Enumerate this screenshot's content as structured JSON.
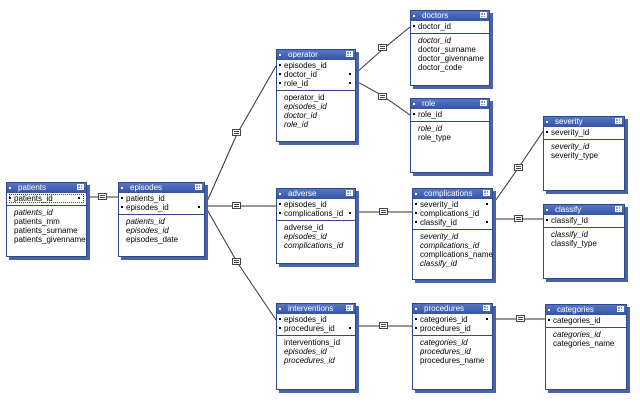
{
  "tables": {
    "patients": {
      "title": "patients",
      "keys": [
        "patients_id"
      ],
      "fields": [
        {
          "text": "patients_id",
          "italic": true
        },
        {
          "text": "patients_mm",
          "italic": false
        },
        {
          "text": "patients_surname",
          "italic": false
        },
        {
          "text": "patients_givenname",
          "italic": false
        }
      ]
    },
    "episodes": {
      "title": "episodes",
      "keys": [
        "patients_id",
        "episodes_id"
      ],
      "fields": [
        {
          "text": "patients_id",
          "italic": true
        },
        {
          "text": "episodes_id",
          "italic": true
        },
        {
          "text": "episodes_date",
          "italic": false
        }
      ]
    },
    "operator": {
      "title": "operator",
      "keys": [
        "episodes_id",
        "doctor_id",
        "role_id"
      ],
      "fields": [
        {
          "text": "operator_id",
          "italic": false
        },
        {
          "text": "episodes_id",
          "italic": true
        },
        {
          "text": "doctor_id",
          "italic": true
        },
        {
          "text": "role_id",
          "italic": true
        }
      ]
    },
    "doctors": {
      "title": "doctors",
      "keys": [
        "doctor_id"
      ],
      "fields": [
        {
          "text": "doctor_id",
          "italic": true
        },
        {
          "text": "doctor_surname",
          "italic": false
        },
        {
          "text": "doctor_givenname",
          "italic": false
        },
        {
          "text": "doctor_code",
          "italic": false
        }
      ]
    },
    "role": {
      "title": "role",
      "keys": [
        "role_id"
      ],
      "fields": [
        {
          "text": "role_id",
          "italic": true
        },
        {
          "text": "role_type",
          "italic": false
        }
      ]
    },
    "adverse": {
      "title": "adverse",
      "keys": [
        "episodes_id",
        "complications_id"
      ],
      "fields": [
        {
          "text": "adverse_id",
          "italic": false
        },
        {
          "text": "episodes_id",
          "italic": true
        },
        {
          "text": "complications_id",
          "italic": true
        }
      ]
    },
    "complications": {
      "title": "complications",
      "keys": [
        "severity_id",
        "complications_id",
        "classify_id"
      ],
      "fields": [
        {
          "text": "severity_id",
          "italic": true
        },
        {
          "text": "complications_id",
          "italic": true
        },
        {
          "text": "complications_name",
          "italic": false
        },
        {
          "text": "classify_id",
          "italic": true
        }
      ]
    },
    "severity": {
      "title": "severity",
      "keys": [
        "severity_id"
      ],
      "fields": [
        {
          "text": "severity_id",
          "italic": true
        },
        {
          "text": "severity_type",
          "italic": false
        }
      ]
    },
    "classify": {
      "title": "classify",
      "keys": [
        "classify_id"
      ],
      "fields": [
        {
          "text": "classify_id",
          "italic": true
        },
        {
          "text": "classify_type",
          "italic": false
        }
      ]
    },
    "interventions": {
      "title": "interventions",
      "keys": [
        "episodes_id",
        "procedures_id"
      ],
      "fields": [
        {
          "text": "interventions_id",
          "italic": false
        },
        {
          "text": "episodes_id",
          "italic": true
        },
        {
          "text": "procedures_id",
          "italic": true
        }
      ]
    },
    "procedures": {
      "title": "procedures",
      "keys": [
        "categories_id",
        "procedures_id"
      ],
      "fields": [
        {
          "text": "categories_id",
          "italic": true
        },
        {
          "text": "procedures_id",
          "italic": true
        },
        {
          "text": "procedures_name",
          "italic": false
        }
      ]
    },
    "categories": {
      "title": "categories",
      "keys": [
        "categories_id"
      ],
      "fields": [
        {
          "text": "categories_id",
          "italic": true
        },
        {
          "text": "categories_name",
          "italic": false
        }
      ]
    }
  }
}
